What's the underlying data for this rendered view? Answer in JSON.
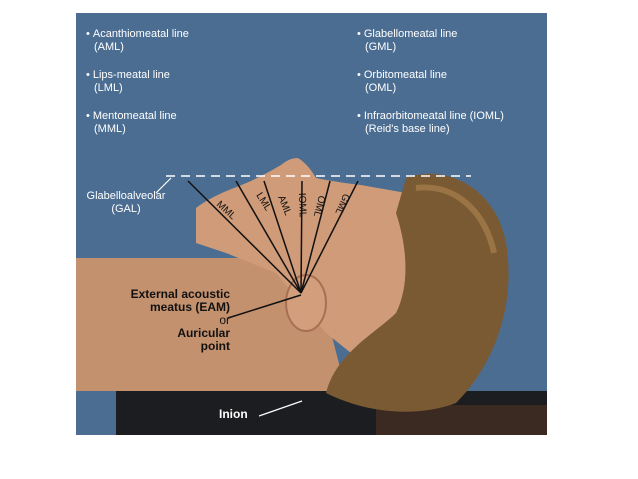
{
  "legend_left": [
    {
      "name": "Acanthiomeatal line",
      "abbr": "(AML)"
    },
    {
      "name": "Lips-meatal line",
      "abbr": "(LML)"
    },
    {
      "name": "Mentomeatal line",
      "abbr": "(MML)"
    }
  ],
  "legend_right": [
    {
      "name": "Glabellomeatal line",
      "abbr": "(GML)"
    },
    {
      "name": "Orbitomeatal line",
      "abbr": "(OML)"
    },
    {
      "name": "Infraorbitomeatal line (IOML)",
      "abbr": "(Reid's base line)"
    }
  ],
  "bullet": "•",
  "ray_labels": [
    "MML",
    "LML",
    "AML",
    "IOML",
    "OML",
    "GML"
  ],
  "glabelloalveolar": {
    "line1": "Glabelloalveolar",
    "line2": "(GAL)"
  },
  "eam": {
    "line1": "External acoustic",
    "line2": "meatus (EAM)",
    "line3": "or",
    "line4": "Auricular",
    "line5": "point"
  },
  "inion": "Inion",
  "colors": {
    "background": "#4b6d92",
    "skin": "#c99573",
    "hair": "#7a5a33",
    "table": "#1b1d20"
  }
}
